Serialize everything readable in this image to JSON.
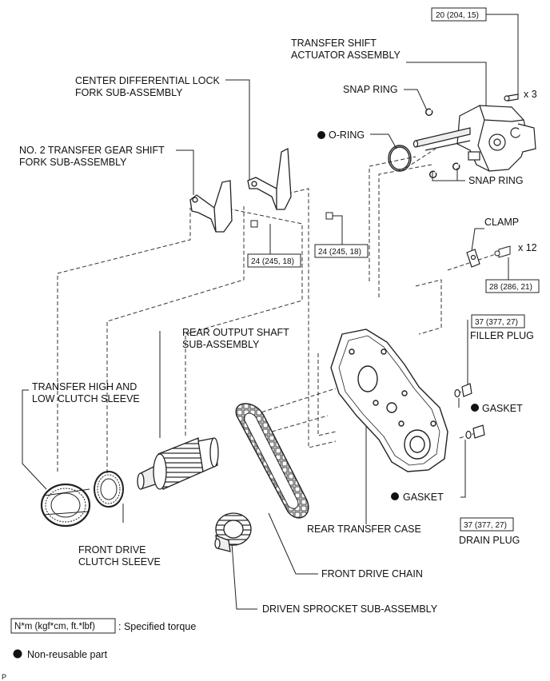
{
  "labels": {
    "actuator": [
      "TRANSFER SHIFT",
      "ACTUATOR ASSEMBLY"
    ],
    "snap_ring_top": "SNAP RING",
    "snap_ring_bottom": "SNAP RING",
    "o_ring": "O-RING",
    "center_fork": [
      "CENTER DIFFERENTIAL LOCK",
      "FORK SUB-ASSEMBLY"
    ],
    "no2_fork": [
      "NO. 2 TRANSFER GEAR SHIFT",
      "FORK SUB-ASSEMBLY"
    ],
    "clamp": "CLAMP",
    "rear_output": [
      "REAR OUTPUT SHAFT",
      "SUB-ASSEMBLY"
    ],
    "filler_plug": "FILLER PLUG",
    "gasket_upper": "GASKET",
    "gasket_lower": "GASKET",
    "hi_lo_sleeve": [
      "TRANSFER HIGH AND",
      "LOW CLUTCH  SLEEVE"
    ],
    "front_drive_sleeve": [
      "FRONT DRIVE",
      "CLUTCH  SLEEVE"
    ],
    "rear_case": "REAR TRANSFER CASE",
    "drain_plug": "DRAIN PLUG",
    "front_chain": "FRONT DRIVE CHAIN",
    "driven_sprocket": "DRIVEN SPROCKET SUB-ASSEMBLY"
  },
  "torques": {
    "actuator_bolt": "20 (204, 15)",
    "fork_left": "24 (245, 18)",
    "fork_right": "24 (245, 18)",
    "case_bolt": "28 (286, 21)",
    "filler_plug": "37 (377, 27)",
    "drain_plug": "37 (377, 27)"
  },
  "quantities": {
    "actuator_bolt": "x 3",
    "case_bolt": "x 12"
  },
  "legend": {
    "torque_box": "N*m (kgf*cm, ft.*lbf)",
    "torque_text": ": Specified torque",
    "nonreusable_text": "Non-reusable part"
  },
  "corner_mark": "P"
}
